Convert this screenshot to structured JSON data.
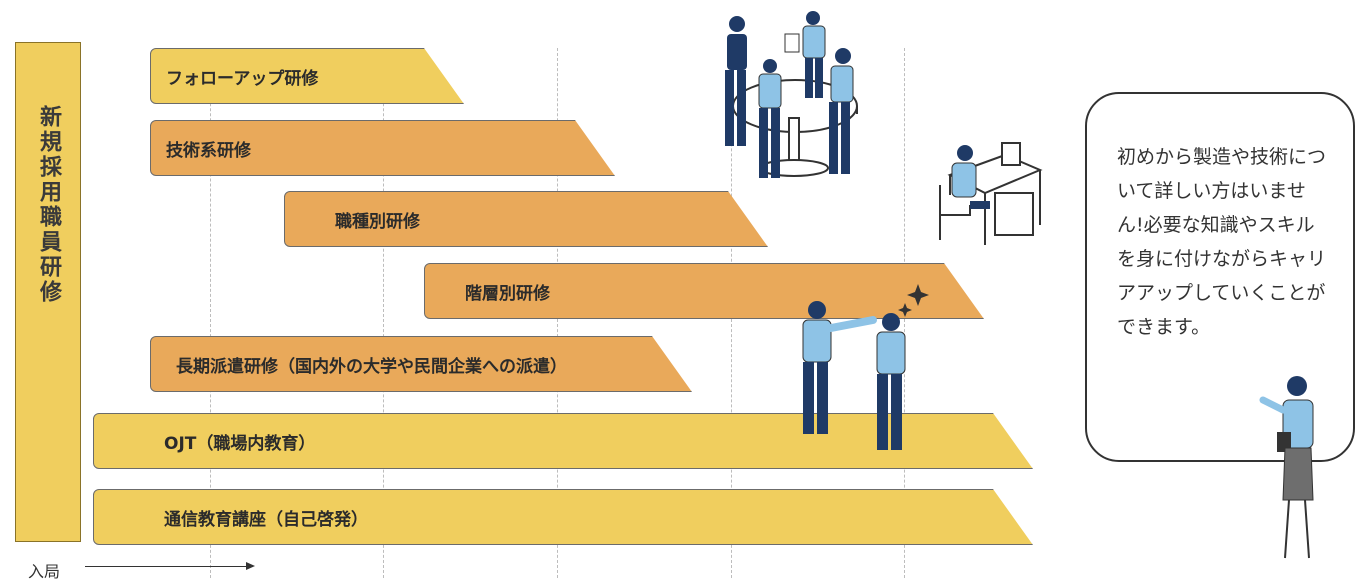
{
  "side_label": "新規採用職員研修",
  "bars": [
    {
      "label": "フォローアップ研修",
      "kind": "yellow"
    },
    {
      "label": "技術系研修",
      "kind": "orange"
    },
    {
      "label": "職種別研修",
      "kind": "orange"
    },
    {
      "label": "階層別研修",
      "kind": "orange"
    },
    {
      "label": "長期派遣研修（国内外の大学や民間企業への派遣）",
      "kind": "orange"
    },
    {
      "label": "OJT（職場内教育）",
      "kind": "yellow"
    },
    {
      "label": "通信教育講座（自己啓発）",
      "kind": "yellow"
    }
  ],
  "timeline_start": "入局",
  "bubble_text": "初めから製造や技術について詳しい方はいません!必要な知識やスキルを身に付けながらキャリアアップしていくことができます。",
  "colors": {
    "yellow": "#f0ce5e",
    "orange": "#e9a95a",
    "figure_blue": "#1f3a66",
    "figure_light": "#8ec3e6"
  }
}
